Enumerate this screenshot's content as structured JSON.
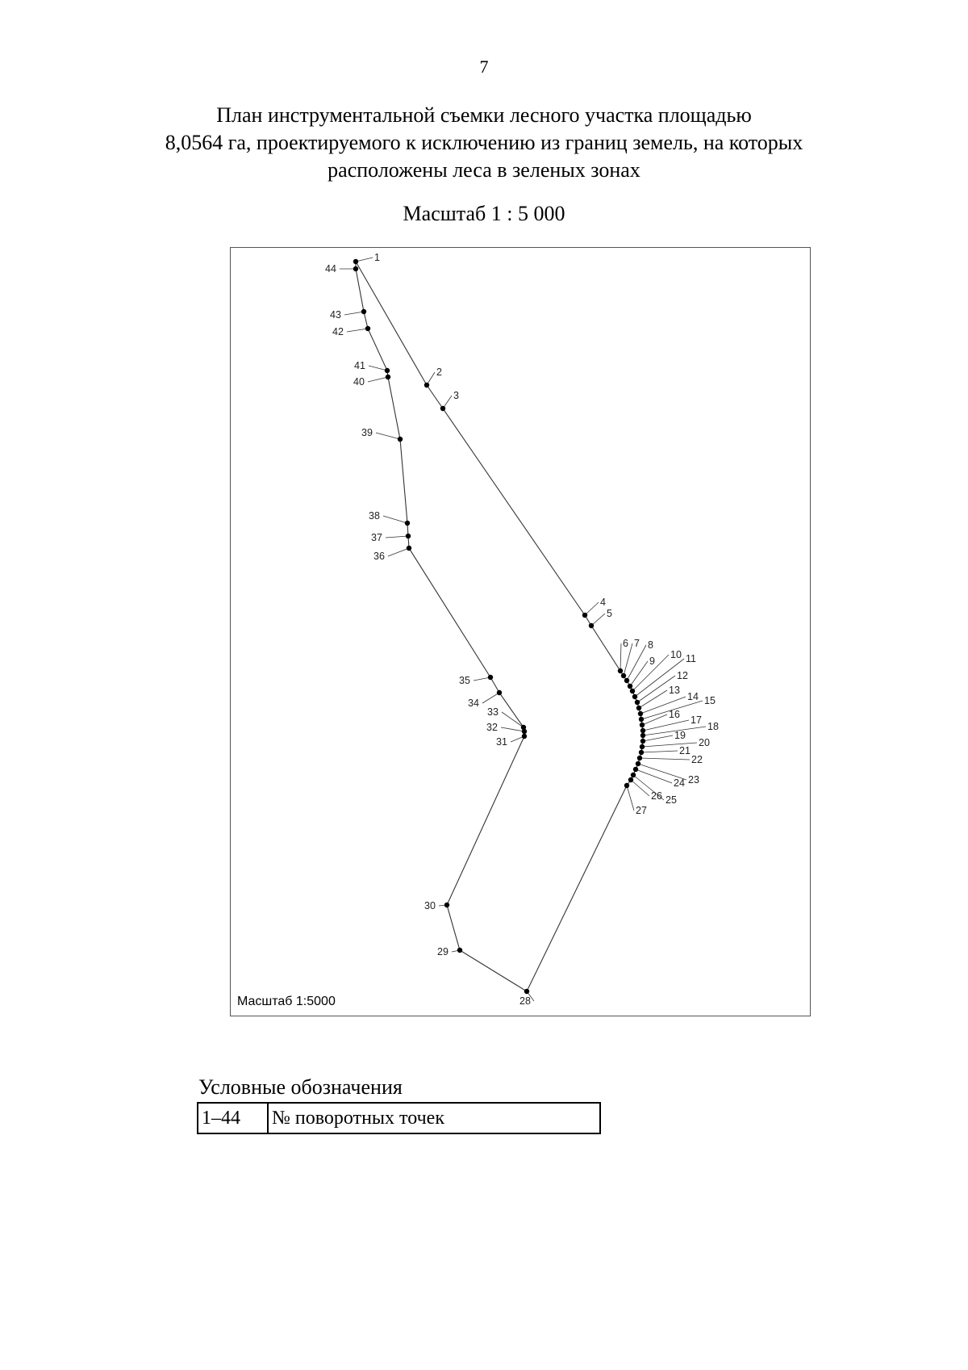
{
  "page_number": "7",
  "title_lines": [
    "План инструментальной съемки лесного участка площадью",
    "8,0564 га, проектируемого к исключению из границ земель, на которых",
    "расположены леса в зеленых зонах"
  ],
  "scale_heading": "Масштаб 1 : 5 000",
  "plan": {
    "scale_label": "Масштаб 1:5000",
    "points": [
      {
        "n": "1"
      },
      {
        "n": "2"
      },
      {
        "n": "3"
      },
      {
        "n": "4"
      },
      {
        "n": "5"
      },
      {
        "n": "6"
      },
      {
        "n": "7"
      },
      {
        "n": "8"
      },
      {
        "n": "9"
      },
      {
        "n": "10"
      },
      {
        "n": "11"
      },
      {
        "n": "12"
      },
      {
        "n": "13"
      },
      {
        "n": "14"
      },
      {
        "n": "15"
      },
      {
        "n": "16"
      },
      {
        "n": "17"
      },
      {
        "n": "18"
      },
      {
        "n": "19"
      },
      {
        "n": "20"
      },
      {
        "n": "21"
      },
      {
        "n": "22"
      },
      {
        "n": "23"
      },
      {
        "n": "24"
      },
      {
        "n": "25"
      },
      {
        "n": "26"
      },
      {
        "n": "27"
      },
      {
        "n": "28"
      },
      {
        "n": "29"
      },
      {
        "n": "30"
      },
      {
        "n": "31"
      },
      {
        "n": "32"
      },
      {
        "n": "33"
      },
      {
        "n": "34"
      },
      {
        "n": "35"
      },
      {
        "n": "36"
      },
      {
        "n": "37"
      },
      {
        "n": "38"
      },
      {
        "n": "39"
      },
      {
        "n": "40"
      },
      {
        "n": "41"
      },
      {
        "n": "42"
      },
      {
        "n": "43"
      },
      {
        "n": "44"
      }
    ]
  },
  "legend": {
    "title": "Условные обозначения",
    "rows": [
      {
        "key": "1–44",
        "value": "№ поворотных точек"
      }
    ]
  }
}
